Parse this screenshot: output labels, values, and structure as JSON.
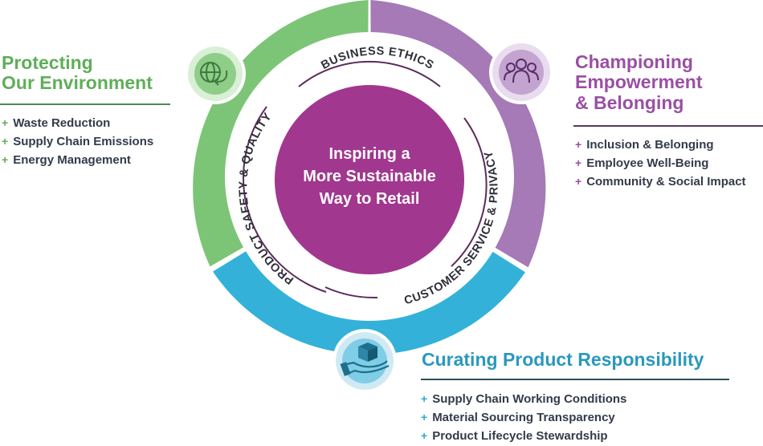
{
  "center": {
    "line1": "Inspiring a",
    "line2": "More Sustainable",
    "line3": "Way to Retail"
  },
  "ring_labels": {
    "top": "BUSINESS ETHICS",
    "left": "PRODUCT SAFETY & QUALITY",
    "right": "CUSTOMER SERVICE & PRIVACY"
  },
  "pillars": {
    "environment": {
      "title_line1": "Protecting",
      "title_line2": "Our Environment",
      "color": "#7cc576",
      "items": [
        "Waste Reduction",
        "Supply Chain Emissions",
        "Energy Management"
      ]
    },
    "empowerment": {
      "title_line1": "Championing",
      "title_line2": "Empowerment",
      "title_line3": "& Belonging",
      "color": "#a57ab6",
      "items": [
        "Inclusion & Belonging",
        "Employee Well-Being",
        "Community & Social Impact"
      ]
    },
    "product": {
      "title": "Curating Product Responsibility",
      "color": "#33b1d9",
      "items": [
        "Supply Chain Working Conditions",
        "Material Sourcing Transparency",
        "Product Lifecycle Stewardship"
      ]
    }
  },
  "colors": {
    "center": "#a1378f",
    "environment_ring": "#7cc576",
    "empowerment_ring": "#a57ab6",
    "product_ring": "#33b1d9",
    "inner_arc": "#5b2c59"
  },
  "icons": {
    "environment": "globe-arrow-icon",
    "empowerment": "people-group-icon",
    "product": "hand-holding-box-icon"
  }
}
